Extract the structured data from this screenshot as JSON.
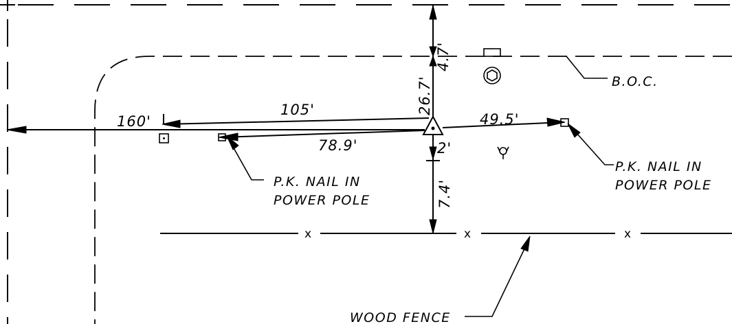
{
  "measurements": {
    "d_160": "160'",
    "d_105": "105'",
    "d_78_9": "78.9'",
    "d_49_5": "49.5'",
    "d_26_7": "26.7'",
    "d_4_7": "4.7'",
    "d_2": "2'",
    "d_7_4": "7.4'"
  },
  "labels": {
    "boc": "B.O.C.",
    "pk_left_line1": "P.K. NAIL IN",
    "pk_left_line2": "POWER POLE",
    "pk_right_line1": "P.K. NAIL IN",
    "pk_right_line2": "POWER POLE",
    "wood_fence": "WOOD FENCE"
  },
  "fence_mark": "x",
  "colors": {
    "ink": "#000000",
    "paper": "#ffffff"
  }
}
